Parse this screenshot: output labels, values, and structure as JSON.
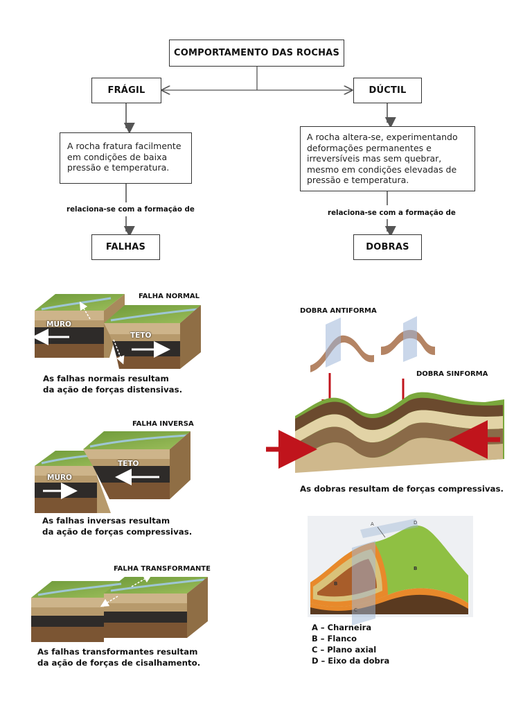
{
  "diagram": {
    "title": "COMPORTAMENTO DAS ROCHAS",
    "fragil": {
      "label": "FRÁGIL",
      "description": "A rocha fratura facilmente em condições de baixa pressão e temperatura.",
      "relation": "relaciona-se com a formação de",
      "result": "FALHAS"
    },
    "ductil": {
      "label": "DÚCTIL",
      "description": "A rocha altera-se, experimentando deformações permanentes e irreversíveis mas sem quebrar, mesmo em condições elevadas de pressão e temperatura.",
      "relation": "relaciona-se com a formação de",
      "result": "DOBRAS"
    }
  },
  "faults": {
    "normal": {
      "title": "FALHA NORMAL",
      "muro": "MURO",
      "teto": "TETO",
      "caption_line1": "As falhas normais resultam",
      "caption_line2": "da ação de forças distensivas."
    },
    "inversa": {
      "title": "FALHA INVERSA",
      "muro": "MURO",
      "teto": "TETO",
      "caption_line1": "As falhas inversas resultam",
      "caption_line2": "da ação de forças compressivas."
    },
    "transformante": {
      "title": "FALHA TRANSFORMANTE",
      "caption_line1": "As falhas transformantes resultam",
      "caption_line2": "da ação de forças de cisalhamento."
    }
  },
  "folds": {
    "antiforma": "DOBRA ANTIFORMA",
    "sinforma": "DOBRA SINFORMA",
    "caption": "As dobras resultam de forças compressivas.",
    "diagram_letters": {
      "a": "A",
      "b": "B",
      "c": "C",
      "d": "D"
    },
    "legend": [
      "A – Charneira",
      "B – Flanco",
      "C – Plano axial",
      "D – Eixo da dobra"
    ]
  },
  "colors": {
    "arrow_red": "#c0141c",
    "grass": "#7aa83c",
    "sand": "#cdb48a",
    "dark_layer": "#2e2b29",
    "brown": "#7b5533",
    "orange": "#e8892b"
  }
}
